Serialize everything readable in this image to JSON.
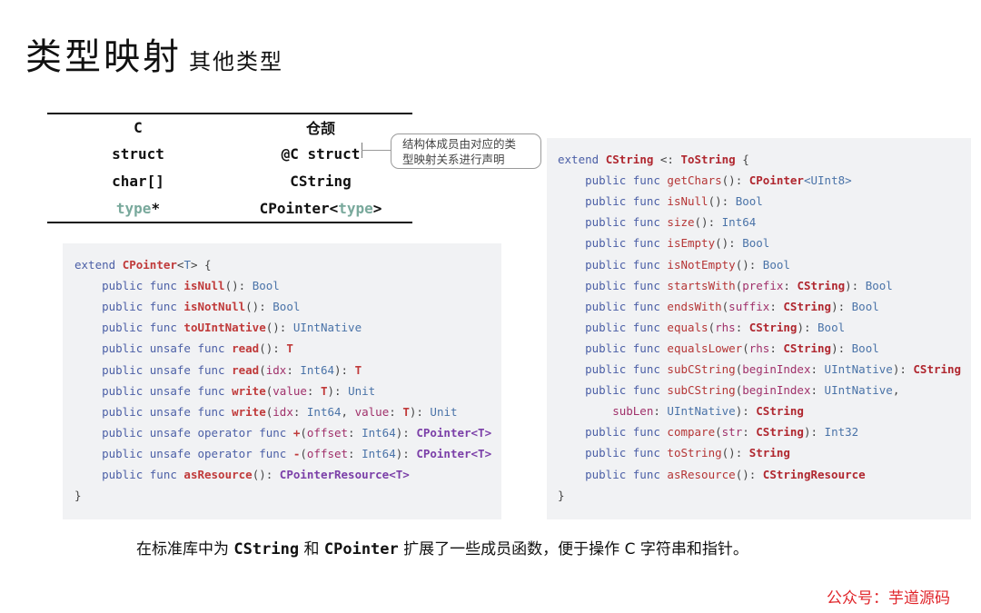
{
  "title": {
    "main": "类型映射",
    "sub": "其他类型"
  },
  "mapping_table": {
    "headers": [
      "C",
      "仓颉"
    ],
    "rows": [
      {
        "c": "struct",
        "cj": "@C struct"
      },
      {
        "c": "char[]",
        "cj": "CString"
      },
      {
        "c_generic": "type",
        "c_suffix": "*",
        "cj_prefix": "CPointer<",
        "cj_generic": "type",
        "cj_suffix": ">"
      }
    ]
  },
  "callout": {
    "line1": "结构体成员由对应的类",
    "line2": "型映射关系进行声明"
  },
  "cpointer_code": [
    [
      [
        "kw",
        "extend "
      ],
      [
        "fn",
        "CPointer"
      ],
      [
        "pn",
        "<"
      ],
      [
        "ty",
        "T"
      ],
      [
        "pn",
        "> {"
      ]
    ],
    [
      [
        "kw",
        "    public func "
      ],
      [
        "fn",
        "isNull"
      ],
      [
        "pn",
        "(): "
      ],
      [
        "ty",
        "Bool"
      ]
    ],
    [
      [
        "kw",
        "    public func "
      ],
      [
        "fn",
        "isNotNull"
      ],
      [
        "pn",
        "(): "
      ],
      [
        "ty",
        "Bool"
      ]
    ],
    [
      [
        "kw",
        "    public func "
      ],
      [
        "fn",
        "toUIntNative"
      ],
      [
        "pn",
        "(): "
      ],
      [
        "ty",
        "UIntNative"
      ]
    ],
    [
      [
        "kw",
        "    public unsafe func "
      ],
      [
        "fn",
        "read"
      ],
      [
        "pn",
        "(): "
      ],
      [
        "fn",
        "T"
      ]
    ],
    [
      [
        "kw",
        "    public unsafe func "
      ],
      [
        "fn",
        "read"
      ],
      [
        "pn",
        "("
      ],
      [
        "pm",
        "idx"
      ],
      [
        "pn",
        ": "
      ],
      [
        "ty",
        "Int64"
      ],
      [
        "pn",
        "): "
      ],
      [
        "fn",
        "T"
      ]
    ],
    [
      [
        "kw",
        "    public unsafe func "
      ],
      [
        "fn",
        "write"
      ],
      [
        "pn",
        "("
      ],
      [
        "pm",
        "value"
      ],
      [
        "pn",
        ": "
      ],
      [
        "fn",
        "T"
      ],
      [
        "pn",
        "): "
      ],
      [
        "ty",
        "Unit"
      ]
    ],
    [
      [
        "kw",
        "    public unsafe func "
      ],
      [
        "fn",
        "write"
      ],
      [
        "pn",
        "("
      ],
      [
        "pm",
        "idx"
      ],
      [
        "pn",
        ": "
      ],
      [
        "ty",
        "Int64"
      ],
      [
        "pn",
        ", "
      ],
      [
        "pm",
        "value"
      ],
      [
        "pn",
        ": "
      ],
      [
        "fn",
        "T"
      ],
      [
        "pn",
        "): "
      ],
      [
        "ty",
        "Unit"
      ]
    ],
    [
      [
        "kw",
        "    public unsafe operator func "
      ],
      [
        "fn",
        "+"
      ],
      [
        "pn",
        "("
      ],
      [
        "pm",
        "offset"
      ],
      [
        "pn",
        ": "
      ],
      [
        "ty",
        "Int64"
      ],
      [
        "pn",
        "): "
      ],
      [
        "mg",
        "CPointer<T>"
      ]
    ],
    [
      [
        "kw",
        "    public unsafe operator func "
      ],
      [
        "fn",
        "-"
      ],
      [
        "pn",
        "("
      ],
      [
        "pm",
        "offset"
      ],
      [
        "pn",
        ": "
      ],
      [
        "ty",
        "Int64"
      ],
      [
        "pn",
        "): "
      ],
      [
        "mg",
        "CPointer<T>"
      ]
    ],
    [
      [
        "kw",
        "    public func "
      ],
      [
        "fn",
        "asResource"
      ],
      [
        "pn",
        "(): "
      ],
      [
        "mg",
        "CPointerResource<T>"
      ]
    ],
    [
      [
        "pn",
        "}"
      ]
    ]
  ],
  "cstring_code": [
    [
      [
        "kw",
        "extend "
      ],
      [
        "cty",
        "CString"
      ],
      [
        "pn",
        " <: "
      ],
      [
        "cty",
        "ToString"
      ],
      [
        "pn",
        " {"
      ]
    ],
    [
      [
        "kw",
        "    public func "
      ],
      [
        "fn2",
        "getChars"
      ],
      [
        "pn",
        "(): "
      ],
      [
        "cty",
        "CPointer"
      ],
      [
        "ty",
        "<UInt8>"
      ]
    ],
    [
      [
        "kw",
        "    public func "
      ],
      [
        "fn2",
        "isNull"
      ],
      [
        "pn",
        "(): "
      ],
      [
        "ty",
        "Bool"
      ]
    ],
    [
      [
        "kw",
        "    public func "
      ],
      [
        "fn2",
        "size"
      ],
      [
        "pn",
        "(): "
      ],
      [
        "ty",
        "Int64"
      ]
    ],
    [
      [
        "kw",
        "    public func "
      ],
      [
        "fn2",
        "isEmpty"
      ],
      [
        "pn",
        "(): "
      ],
      [
        "ty",
        "Bool"
      ]
    ],
    [
      [
        "kw",
        "    public func "
      ],
      [
        "fn2",
        "isNotEmpty"
      ],
      [
        "pn",
        "(): "
      ],
      [
        "ty",
        "Bool"
      ]
    ],
    [
      [
        "kw",
        "    public func "
      ],
      [
        "fn2",
        "startsWith"
      ],
      [
        "pn",
        "("
      ],
      [
        "pm",
        "prefix"
      ],
      [
        "pn",
        ": "
      ],
      [
        "cty",
        "CString"
      ],
      [
        "pn",
        "): "
      ],
      [
        "ty",
        "Bool"
      ]
    ],
    [
      [
        "kw",
        "    public func "
      ],
      [
        "fn2",
        "endsWith"
      ],
      [
        "pn",
        "("
      ],
      [
        "pm",
        "suffix"
      ],
      [
        "pn",
        ": "
      ],
      [
        "cty",
        "CString"
      ],
      [
        "pn",
        "): "
      ],
      [
        "ty",
        "Bool"
      ]
    ],
    [
      [
        "kw",
        "    public func "
      ],
      [
        "fn2",
        "equals"
      ],
      [
        "pn",
        "("
      ],
      [
        "pm",
        "rhs"
      ],
      [
        "pn",
        ": "
      ],
      [
        "cty",
        "CString"
      ],
      [
        "pn",
        "): "
      ],
      [
        "ty",
        "Bool"
      ]
    ],
    [
      [
        "kw",
        "    public func "
      ],
      [
        "fn2",
        "equalsLower"
      ],
      [
        "pn",
        "("
      ],
      [
        "pm",
        "rhs"
      ],
      [
        "pn",
        ": "
      ],
      [
        "cty",
        "CString"
      ],
      [
        "pn",
        "): "
      ],
      [
        "ty",
        "Bool"
      ]
    ],
    [
      [
        "kw",
        "    public func "
      ],
      [
        "fn2",
        "subCString"
      ],
      [
        "pn",
        "("
      ],
      [
        "pm",
        "beginIndex"
      ],
      [
        "pn",
        ": "
      ],
      [
        "ty",
        "UIntNative"
      ],
      [
        "pn",
        "): "
      ],
      [
        "cty",
        "CString"
      ]
    ],
    [
      [
        "kw",
        "    public func "
      ],
      [
        "fn2",
        "subCString"
      ],
      [
        "pn",
        "("
      ],
      [
        "pm",
        "beginIndex"
      ],
      [
        "pn",
        ": "
      ],
      [
        "ty",
        "UIntNative"
      ],
      [
        "pn",
        ","
      ]
    ],
    [
      [
        "pm",
        "        subLen"
      ],
      [
        "pn",
        ": "
      ],
      [
        "ty",
        "UIntNative"
      ],
      [
        "pn",
        "): "
      ],
      [
        "cty",
        "CString"
      ]
    ],
    [
      [
        "kw",
        "    public func "
      ],
      [
        "fn2",
        "compare"
      ],
      [
        "pn",
        "("
      ],
      [
        "pm",
        "str"
      ],
      [
        "pn",
        ": "
      ],
      [
        "cty",
        "CString"
      ],
      [
        "pn",
        "): "
      ],
      [
        "ty",
        "Int32"
      ]
    ],
    [
      [
        "kw",
        "    public func "
      ],
      [
        "fn2",
        "toString"
      ],
      [
        "pn",
        "(): "
      ],
      [
        "cty",
        "String"
      ]
    ],
    [
      [
        "kw",
        "    public func "
      ],
      [
        "fn2",
        "asResource"
      ],
      [
        "pn",
        "(): "
      ],
      [
        "cty",
        "CStringResource"
      ]
    ],
    [
      [
        "pn",
        "}"
      ]
    ]
  ],
  "caption": {
    "p1": "在标准库中为 ",
    "m1": "CString",
    "p2": " 和 ",
    "m2": "CPointer",
    "p3": " 扩展了一些成员函数，便于操作 C 字符串和指针。"
  },
  "watermark": "公众号：芋道源码"
}
